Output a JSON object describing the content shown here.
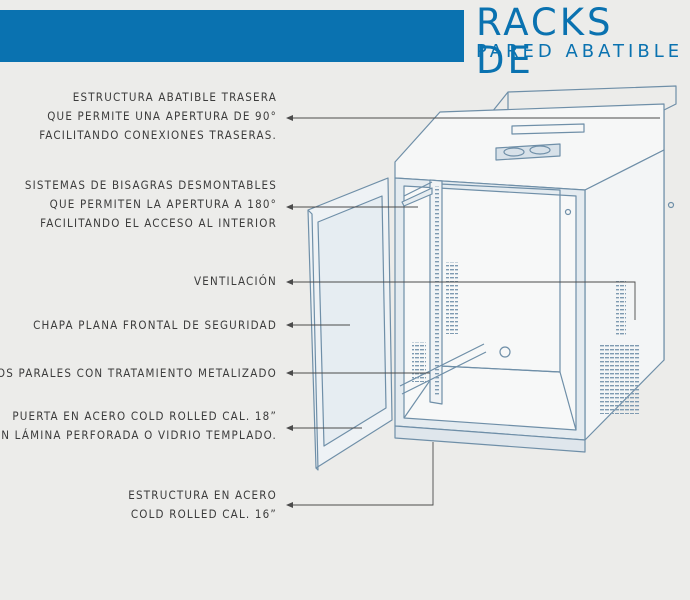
{
  "title": {
    "main": "RACKS DE",
    "sub": "PARED ABATIBLE"
  },
  "colors": {
    "brand_blue": "#0a72b0",
    "background": "#ececea",
    "drawing_stroke": "#6f8fa8",
    "label_text": "#3c3c3c"
  },
  "callouts": [
    {
      "lines": [
        "ESTRUCTURA ABATIBLE TRASERA",
        "QUE PERMITE UNA APERTURA DE 90°",
        "FACILITANDO CONEXIONES TRASERAS."
      ]
    },
    {
      "lines": [
        "SISTEMAS DE BISAGRAS DESMONTABLES",
        "QUE PERMITEN LA APERTURA A 180°",
        "FACILITANDO EL ACCESO AL INTERIOR"
      ]
    },
    {
      "lines": [
        "VENTILACIÓN"
      ]
    },
    {
      "lines": [
        "CHAPA PLANA FRONTAL DE SEGURIDAD"
      ]
    },
    {
      "lines": [
        "DOS PARALES CON TRATAMIENTO METALIZADO"
      ]
    },
    {
      "lines": [
        "PUERTA EN ACERO COLD ROLLED CAL. 18”",
        "EN LÁMINA PERFORADA O VIDRIO TEMPLADO."
      ]
    },
    {
      "lines": [
        "ESTRUCTURA EN ACERO",
        "COLD ROLLED CAL. 16”"
      ]
    }
  ]
}
